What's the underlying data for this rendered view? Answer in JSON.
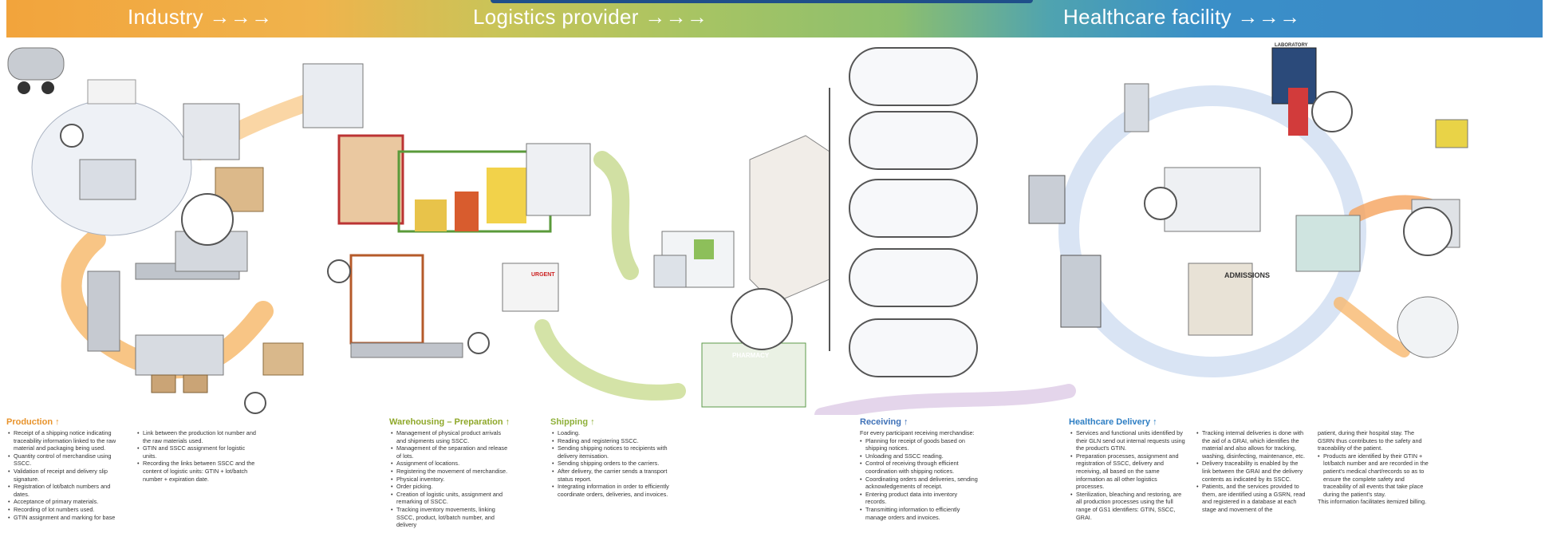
{
  "banner": {
    "industry": "Industry →→→",
    "logistics": "Logistics provider →→→",
    "healthcare": "Healthcare facility →→→"
  },
  "colors": {
    "production": "#e8932b",
    "warehousing": "#8fa82a",
    "shipping": "#8fb03a",
    "receiving": "#3f72b8",
    "healthcare": "#2f7fc4"
  },
  "sections": {
    "production": {
      "title": "Production ↑",
      "col1": [
        "Receipt of a shipping notice indicating traceability information linked to the raw material and packaging being used.",
        "Quantity control of merchandise using SSCC.",
        "Validation of receipt and delivery slip signature.",
        "Registration of lot/batch numbers and dates.",
        "Acceptance of primary materials.",
        "Recording of lot numbers used.",
        "GTIN assignment and marking for base"
      ],
      "col2": [
        "Link between the production lot number and the raw materials used.",
        "GTIN and SSCC assignment for logistic units.",
        "Recording the links between SSCC and the content of logistic units: GTIN + lot/batch number + expiration date."
      ]
    },
    "warehousing": {
      "title": "Warehousing – Preparation ↑",
      "items": [
        "Management of physical product arrivals and shipments using SSCC.",
        "Management of the separation and release of lots.",
        "Assignment of locations.",
        "Registering the movement of merchandise.",
        "Physical inventory.",
        "Order picking.",
        "Creation of logistic units, assignment and remarking of SSCC.",
        "Tracking inventory movements, linking SSCC, product, lot/batch number, and delivery"
      ]
    },
    "shipping": {
      "title": "Shipping ↑",
      "items": [
        "Loading.",
        "Reading and registering SSCC.",
        "Sending shipping notices to recipients with delivery itemisation.",
        "Sending shipping orders to the carriers.",
        "After delivery, the carrier sends a transport status report.",
        "Integrating information in order to efficiently coordinate orders, deliveries, and invoices."
      ]
    },
    "receiving": {
      "title": "Receiving ↑",
      "intro": "For every participant receiving merchandise:",
      "items": [
        "Planning for receipt of goods based on shipping notices.",
        "Unloading and SSCC reading.",
        "Control of receiving through efficient coordination with shipping notices.",
        "Coordinating orders and deliveries, sending acknowledgements of receipt.",
        "Entering product data into inventory records.",
        "Transmitting information to efficiently manage orders and invoices."
      ]
    },
    "healthcare": {
      "title": "Healthcare Delivery ↑",
      "col1": [
        "Services and functional units identified by their GLN send out internal requests using the product's GTIN.",
        "Preparation processes, assignment and registration of SSCC, delivery and receiving, all based on the same information as all other logistics processes.",
        "Sterilization, bleaching and restoring, are all production processes using the full range of GS1 identifiers: GTIN, SSCC, GRAI."
      ],
      "col2": [
        "Tracking internal deliveries is done with the aid of a GRAI, which identifies the material and also allows for tracking, washing, disinfecting, maintenance, etc.",
        "Delivery traceability is enabled by the link between the GRAI and the delivery contents as indicated by its SSCC.",
        "Patients, and the services provided to them, are identified using a GSRN, read and registered in a database at each stage and movement of the"
      ],
      "col3_intro": "patient, during their hospital stay. The GSRN thus contributes to the safety and traceability of the patient.",
      "col3": [
        "Products are identified by their GTIN + lot/batch number and are recorded in the patient's medical chart/records so as to ensure the complete safety and traceability of all events that take place during the patient's stay."
      ],
      "col3_outro": "This information facilitates itemized billing."
    }
  },
  "labels": {
    "admissions": "ADMISSIONS",
    "laboratory": "LABORATORY",
    "pharmacy": "PHARMACY",
    "urgent": "URGENT"
  }
}
